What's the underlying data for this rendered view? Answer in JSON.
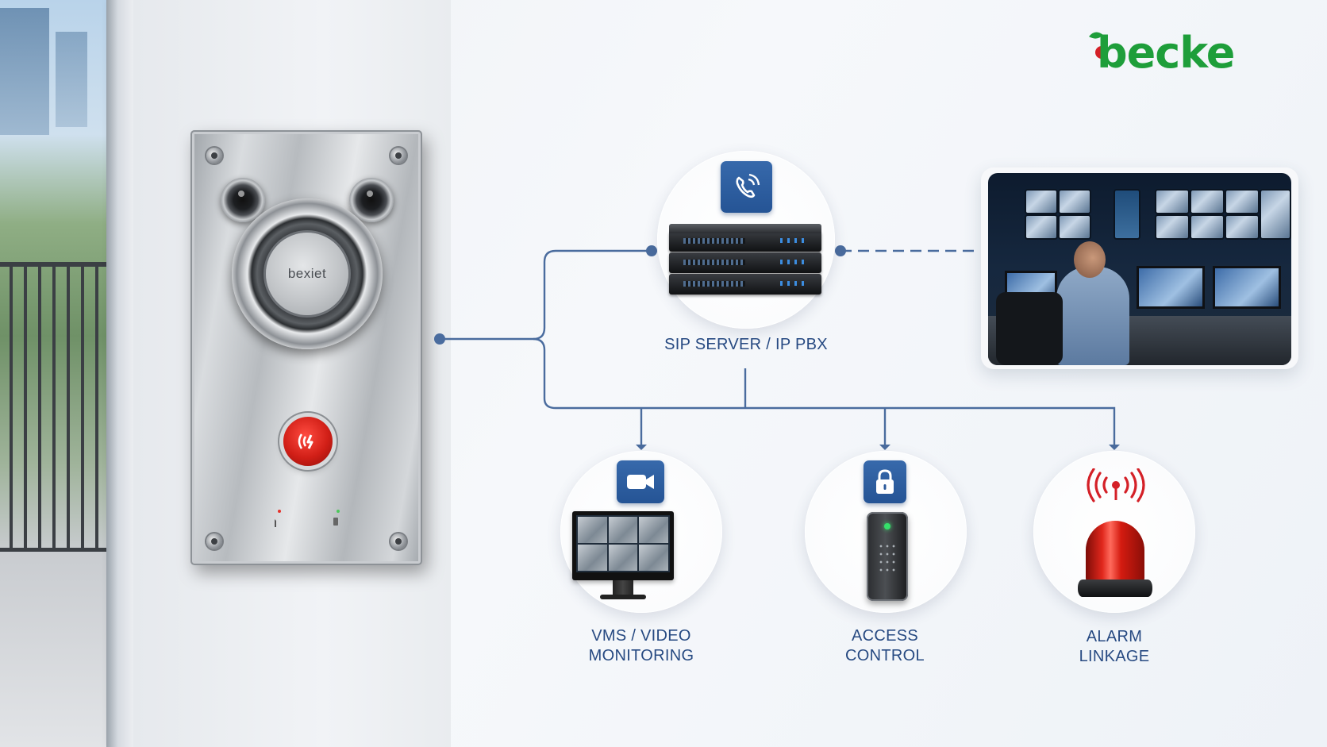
{
  "logo": {
    "text": "becke"
  },
  "intercom": {
    "brand": "bexiet"
  },
  "nodes": {
    "server": {
      "label": "SIP SERVER / IP PBX",
      "icon": "phone-signal-icon"
    },
    "vms": {
      "line1": "VMS / VIDEO",
      "line2": "MONITORING",
      "icon": "video-camera-icon"
    },
    "access": {
      "line1": "ACCESS",
      "line2": "CONTROL",
      "icon": "padlock-icon"
    },
    "alarm": {
      "line1": "ALARM",
      "line2": "LINKAGE",
      "icon": "wireless-alarm-icon"
    }
  },
  "colors": {
    "connector": "#4a6c9e",
    "badge": "#2b5a9b",
    "label": "#274a82",
    "logo_green": "#1e9e3a",
    "logo_red": "#d42027"
  }
}
